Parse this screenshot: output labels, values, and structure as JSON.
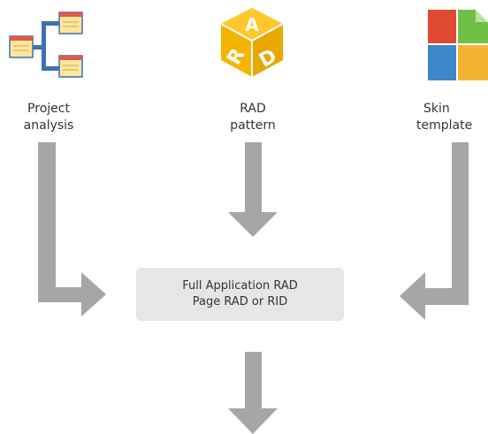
{
  "nodes": {
    "project_analysis": {
      "line1": "Project",
      "line2": "analysis",
      "icon": "tree-diagram-icon"
    },
    "rad_pattern": {
      "line1": "RAD",
      "line2": "pattern",
      "icon": "rad-cube-icon"
    },
    "skin_template": {
      "line1": "Skin",
      "line2": "template",
      "icon": "color-tiles-icon"
    }
  },
  "center": {
    "line1": "Full Application RAD",
    "line2": "Page RAD or RID"
  },
  "colors": {
    "arrow": "#a6a6a6",
    "box": "#e6e6e6",
    "cube": "#f5b400",
    "tree_connector": "#3d6fb6",
    "tile_red": "#e04a33",
    "tile_green": "#71c046",
    "tile_blue": "#3f87c9",
    "tile_yellow": "#f2b432"
  }
}
